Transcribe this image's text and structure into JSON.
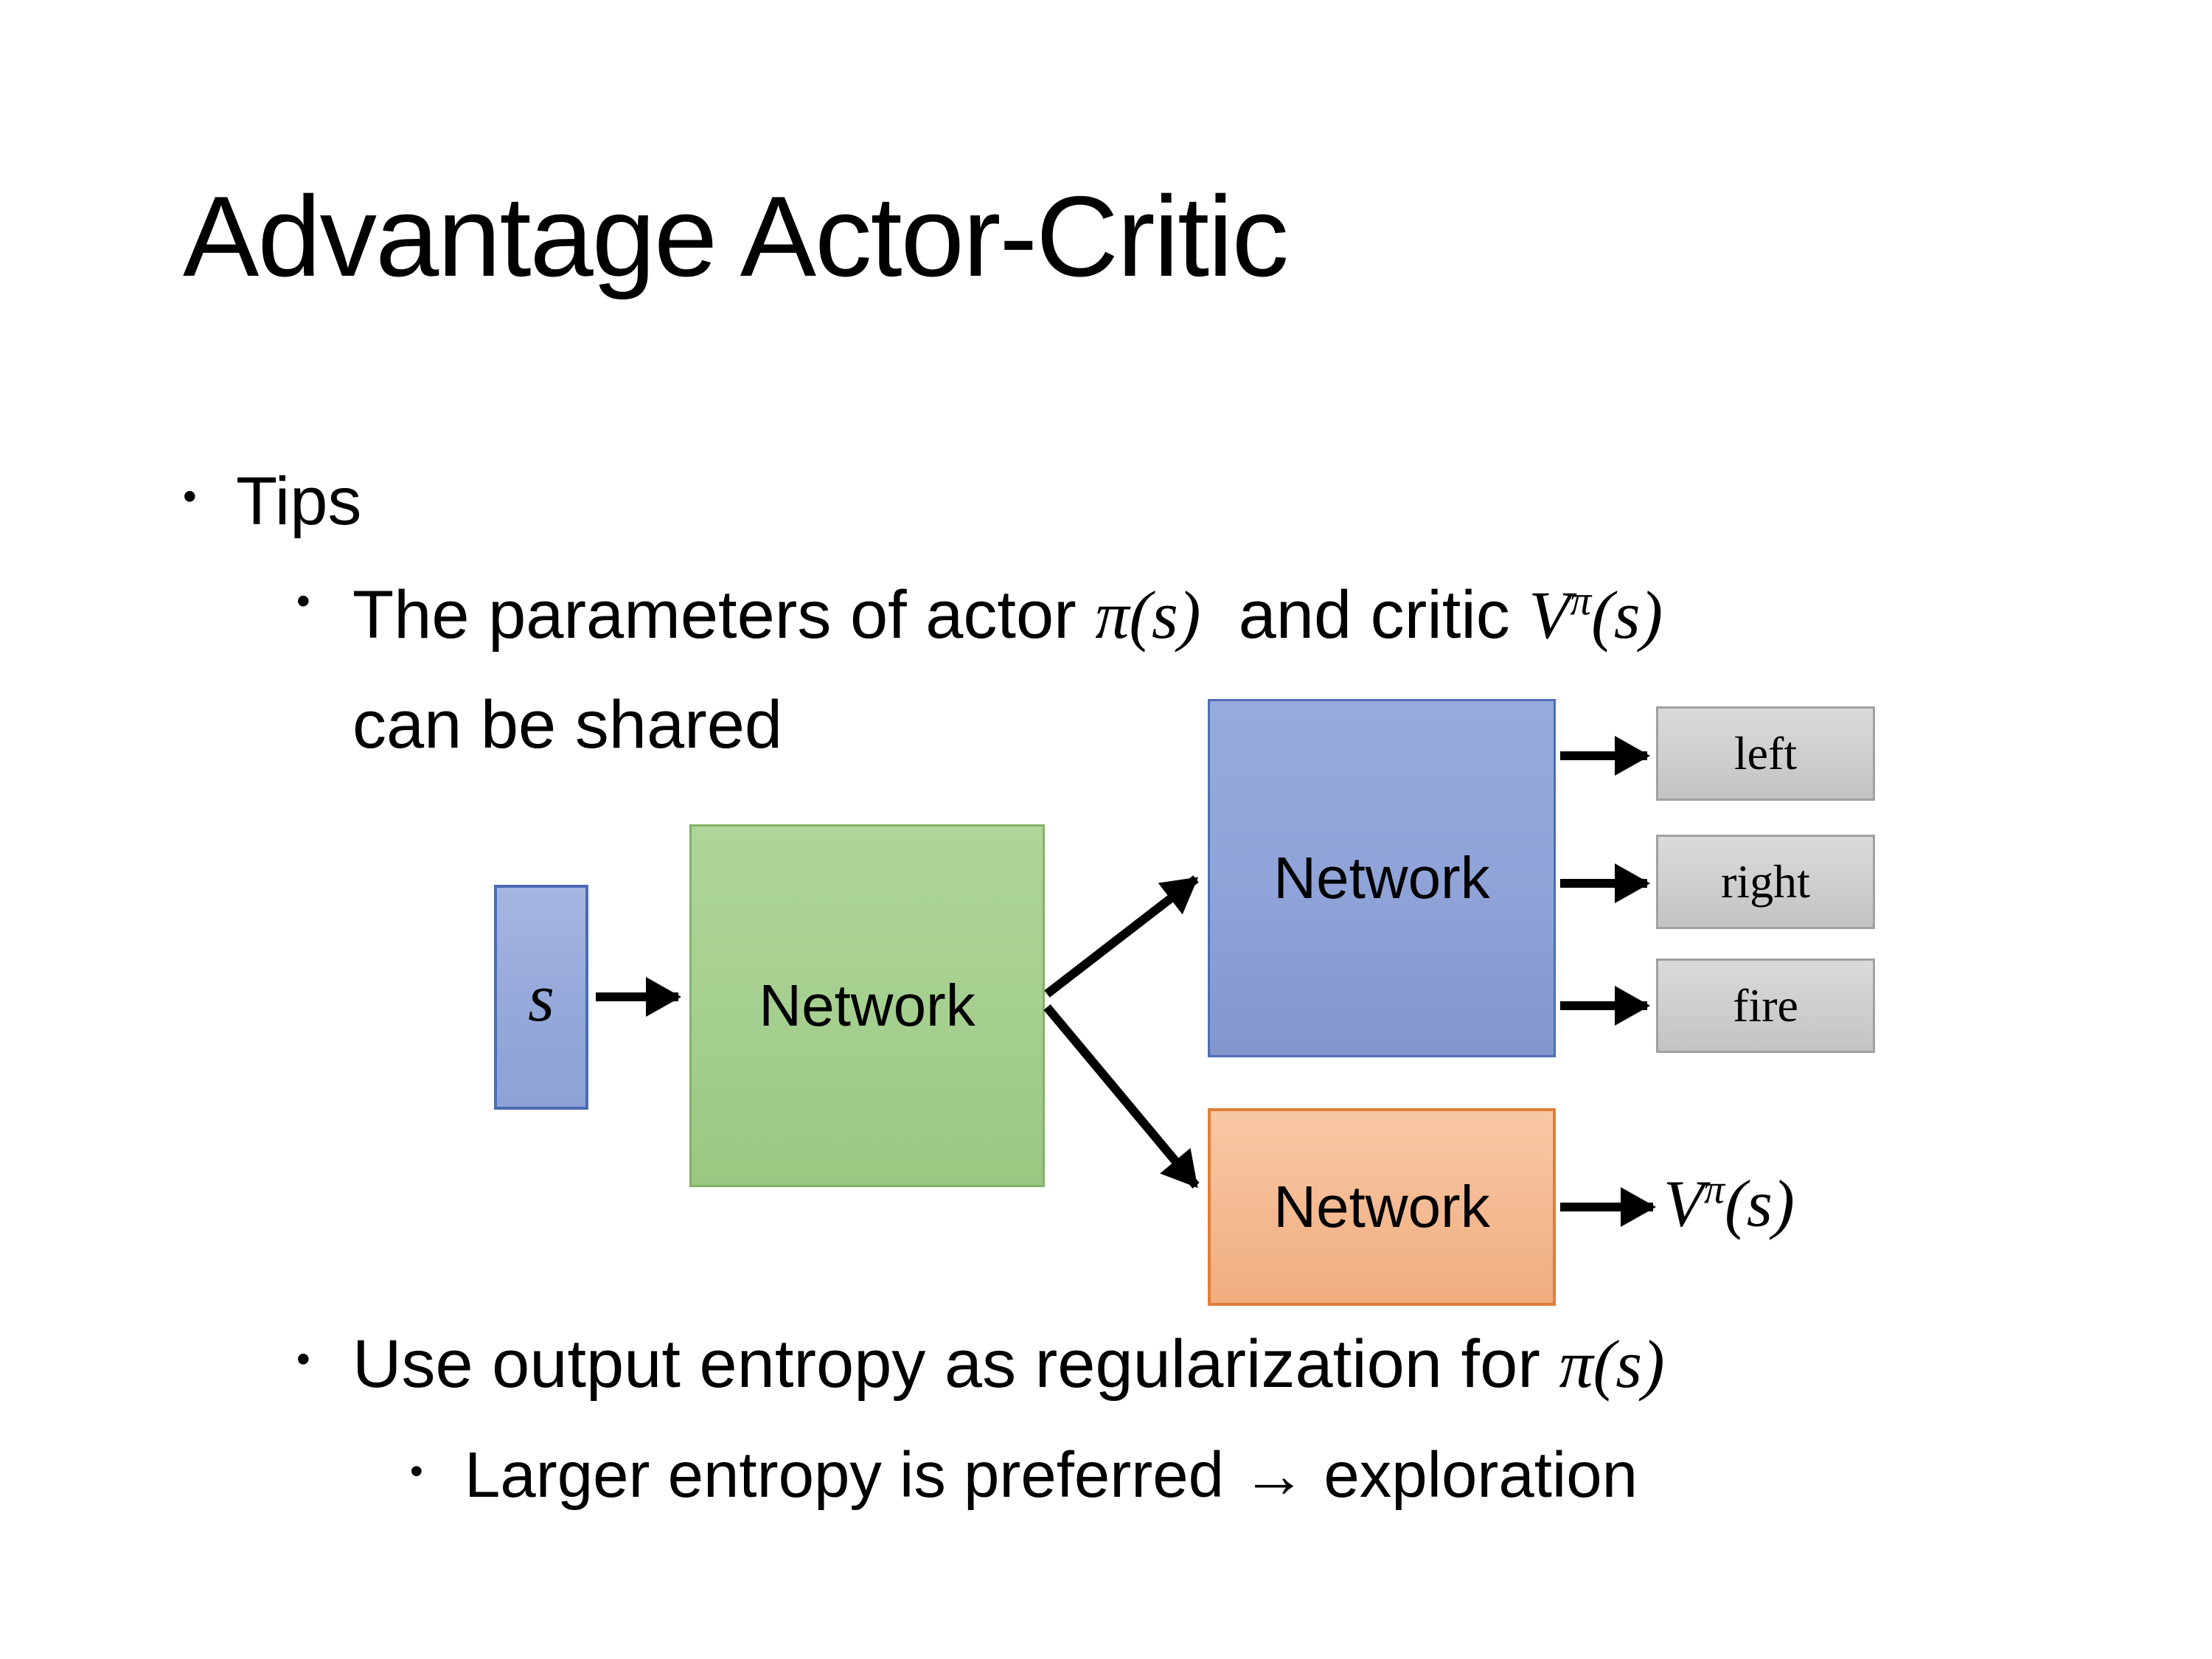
{
  "slide": {
    "title": "Advantage Actor-Critic",
    "bullet_char": "•"
  },
  "bullets": {
    "tips": "Tips",
    "sub1_pre": "The parameters of actor ",
    "sub1_math1": "π(s)",
    "sub1_mid": "  and critic ",
    "sub1_v": "V",
    "sub1_vsup": "π",
    "sub1_vargs": "(s)",
    "sub1_line2": "can be shared",
    "sub2_pre": "Use output entropy as regularization for ",
    "sub2_math": "π(s)",
    "sub3_text": "Larger entropy is preferred → exploration"
  },
  "diagram": {
    "input_label": "s",
    "shared_network": "Network",
    "actor_network": "Network",
    "critic_network": "Network",
    "actions": [
      "left",
      "right",
      "fire"
    ],
    "value_v": "V",
    "value_sup": "π",
    "value_args": "(s)",
    "colors": {
      "input_fill": "#93a7d9",
      "input_border": "#4c6bb5",
      "shared_fill": "#a5cf8e",
      "shared_border": "#83b268",
      "actor_fill": "#8fa3d8",
      "actor_border": "#4f6cb7",
      "critic_fill": "#f4b991",
      "critic_border": "#e07e3a",
      "action_fill": "#cecece",
      "action_border": "#a0a0a0",
      "arrow": "#000000",
      "text": "#000000"
    }
  }
}
